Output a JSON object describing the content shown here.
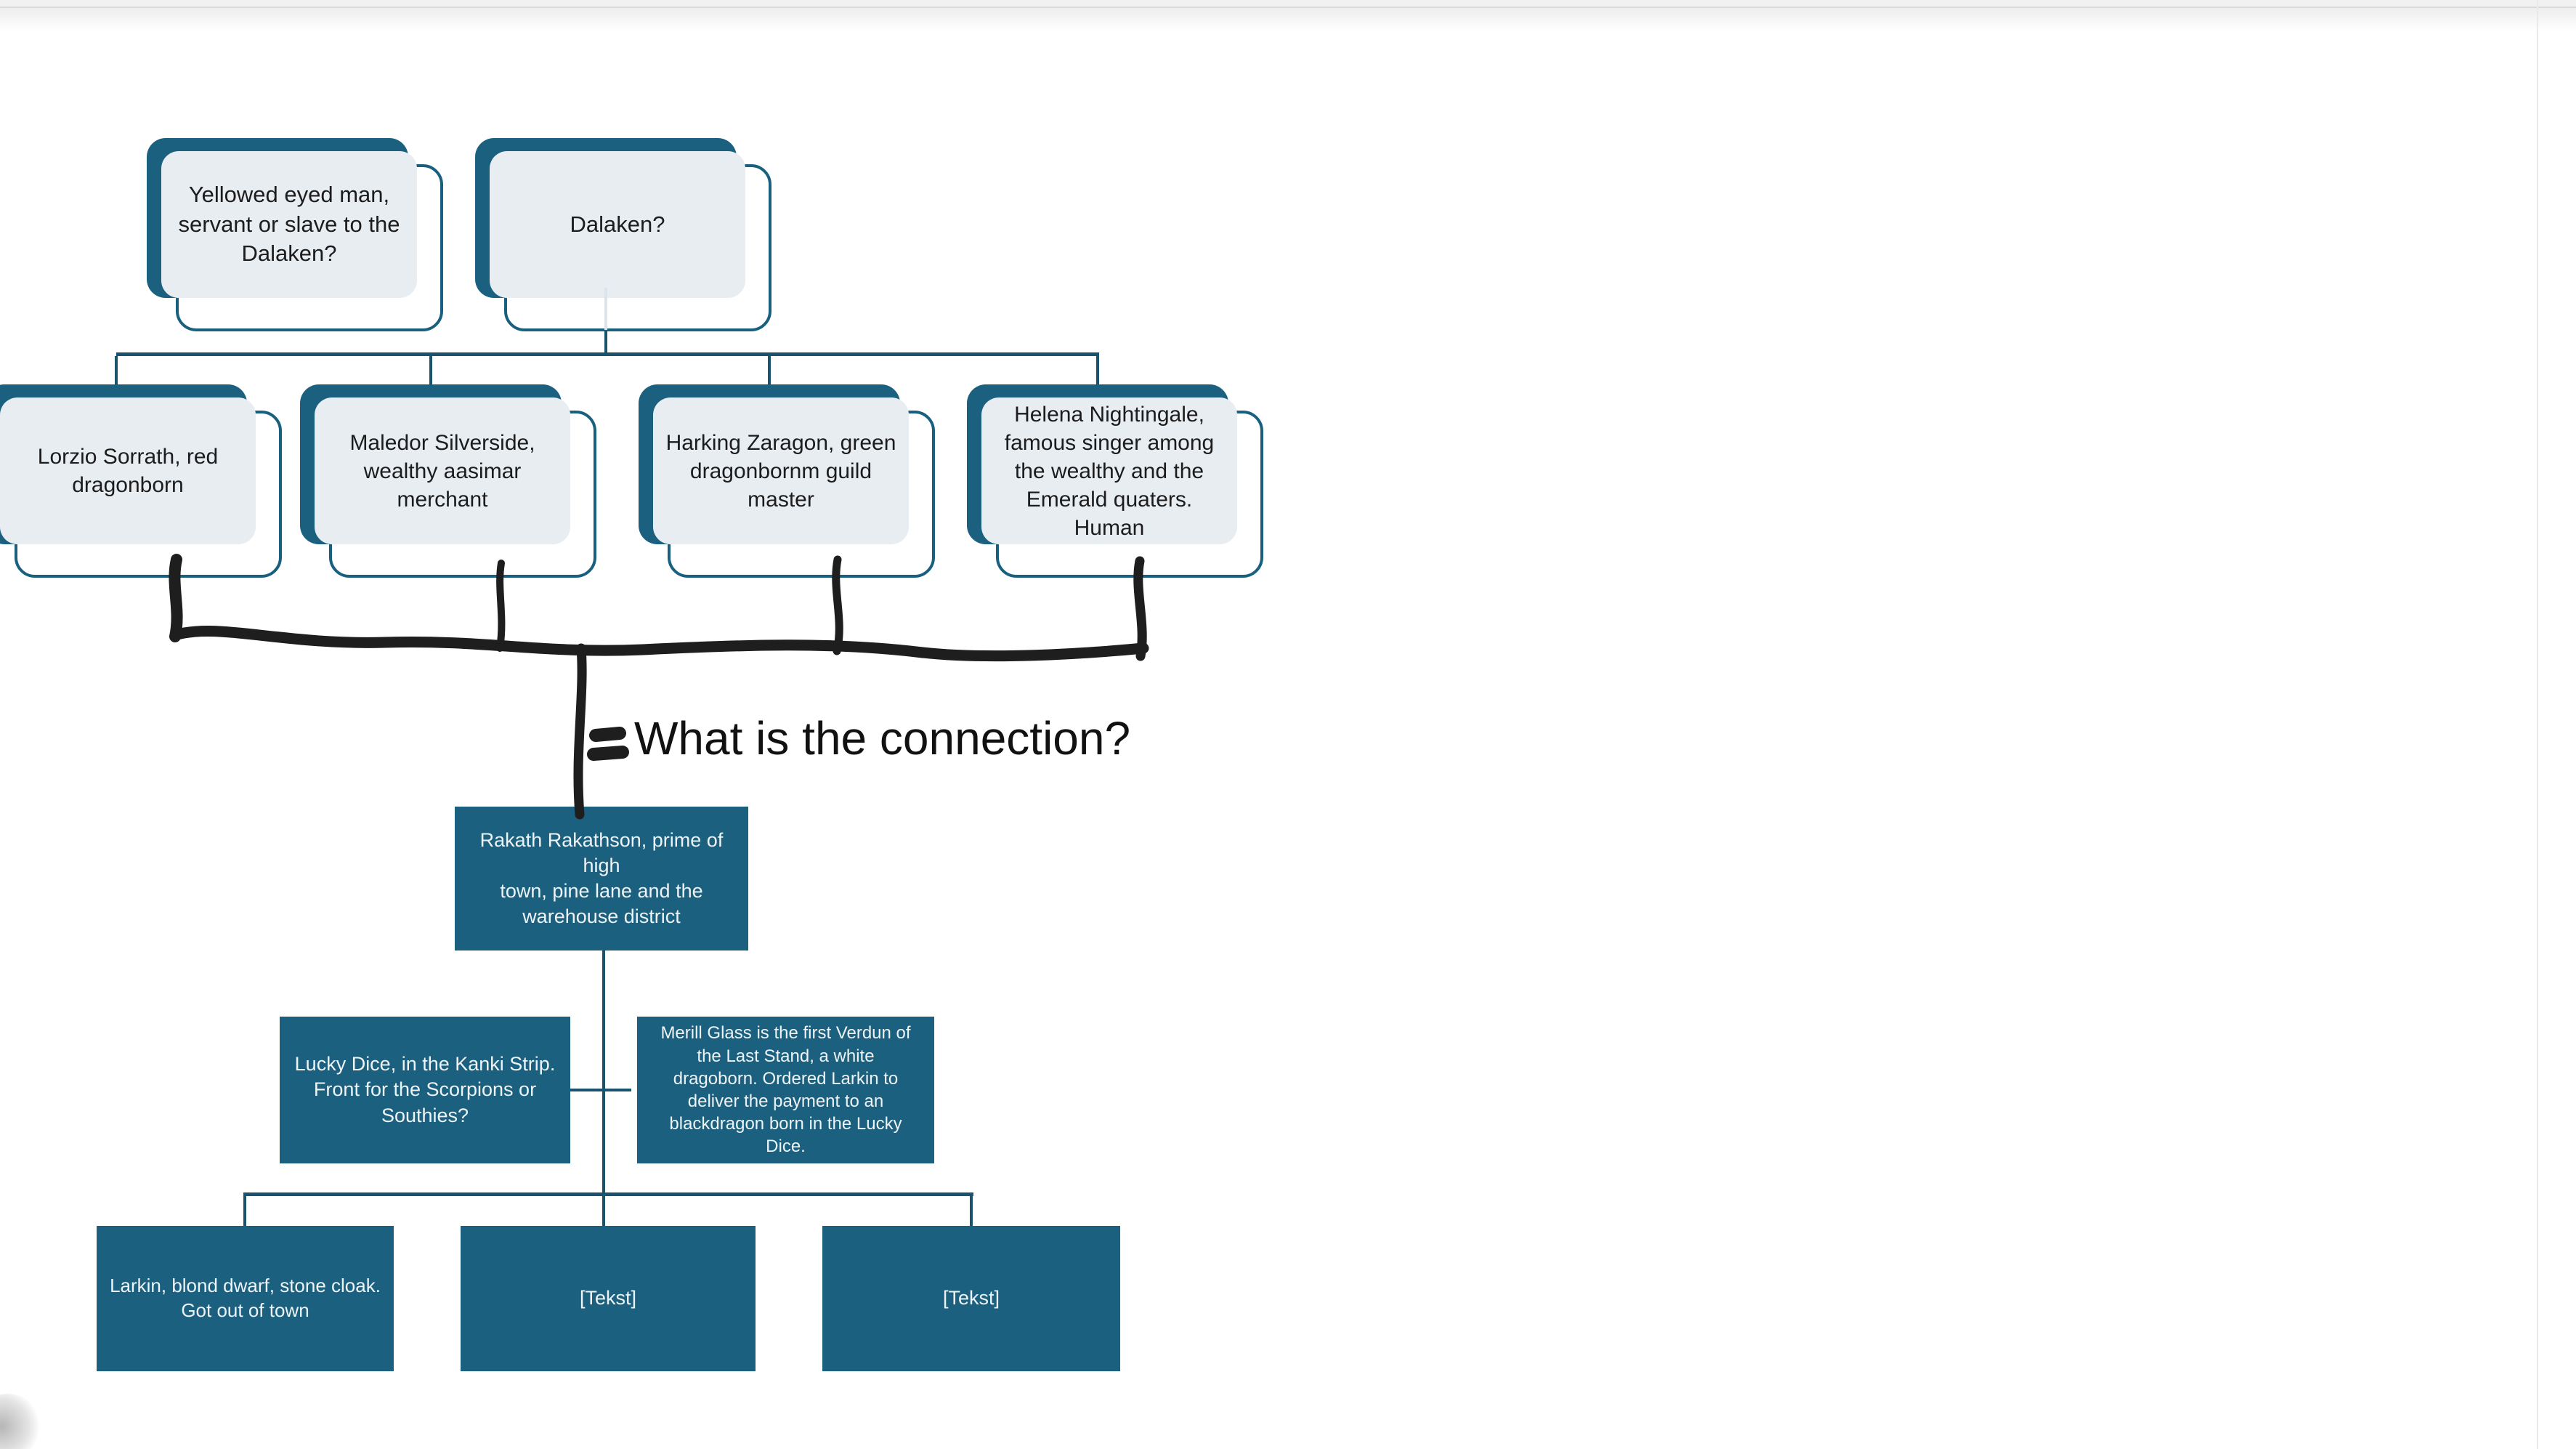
{
  "slide": {
    "headline": "What is the connection?",
    "colors": {
      "accent_teal": "#1B607F",
      "panel_fill": "#E8EDF2",
      "connector": "#1A536E",
      "ink": "#1E1E1E",
      "background": "#FFFFFF"
    },
    "icons": {
      "equals_annotation": "handwritten-equals-icon"
    }
  },
  "nodes": {
    "yellowed": {
      "label": "Yellowed eyed man,\nservant or slave to the\nDalaken?"
    },
    "dalaken": {
      "label": "Dalaken?"
    },
    "lorzio": {
      "label": "Lorzio Sorrath, red\ndragonborn"
    },
    "maledor": {
      "label": "Maledor Silverside,\nwealthy aasimar\nmerchant"
    },
    "harking": {
      "label": "Harking Zaragon, green\ndragonbornm guild\nmaster"
    },
    "helena": {
      "label": "Helena Nightingale,\nfamous singer among\nthe wealthy and the\nEmerald quaters.\nHuman"
    },
    "rakath": {
      "label": "Rakath Rakathson, prime of high\ntown, pine lane and the\nwarehouse district"
    },
    "lucky": {
      "label": "Lucky Dice, in the Kanki Strip.\nFront for the Scorpions or\nSouthies?"
    },
    "merill": {
      "label": "Merill Glass is the first Verdun of\nthe Last Stand, a white\ndragoborn.  Ordered Larkin to\ndeliver the payment to an\nblackdragon born in the Lucky\nDice."
    },
    "larkin": {
      "label": "Larkin, blond dwarf, stone cloak.\nGot out of town"
    },
    "tekst_left": {
      "label": "[Tekst]"
    },
    "tekst_right": {
      "label": "[Tekst]"
    }
  }
}
